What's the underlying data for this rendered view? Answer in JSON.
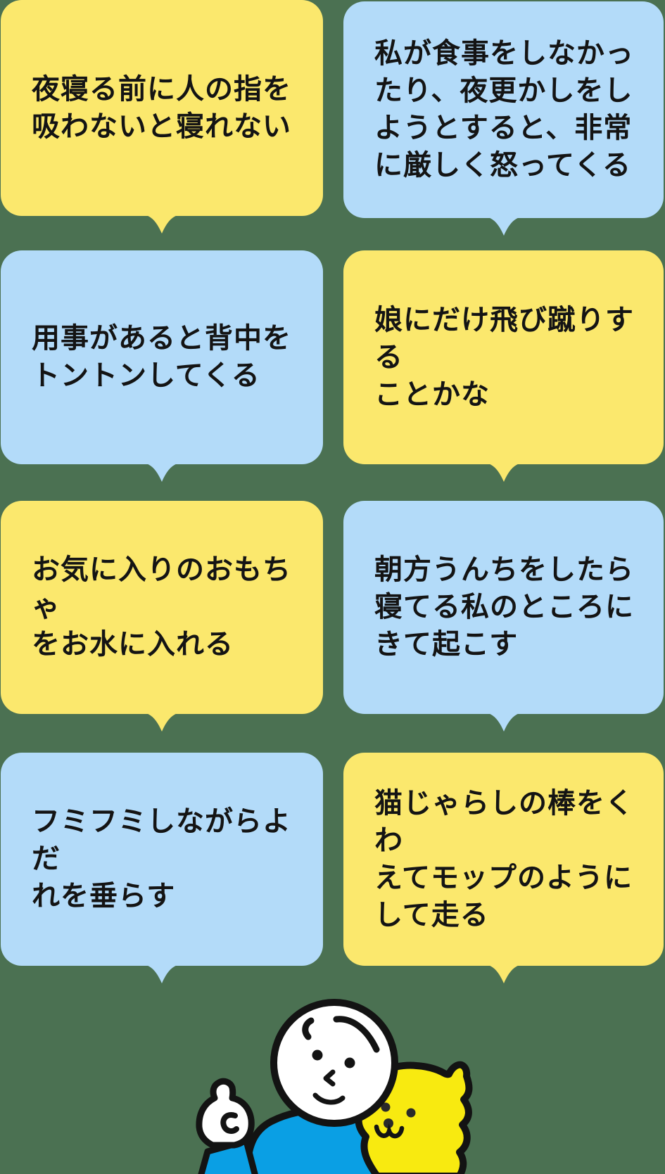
{
  "page": {
    "background_color": "#4b7152",
    "description": "Grid of eight speech bubbles with quotes about a cat's behavior, with an illustration of a person and a cat at the bottom"
  },
  "colors": {
    "bubble_yellow": "#fbe86d",
    "bubble_blue": "#b3dbf9",
    "text": "#141414",
    "background": "#4b7152",
    "cat_yellow": "#f8ea10",
    "shirt_blue": "#0a9fe4",
    "outline_black": "#131313",
    "face_white": "#ffffff"
  },
  "bubbles": [
    {
      "color": "yellow",
      "text": "夜寝る前に人の指を\n吸わないと寝れない"
    },
    {
      "color": "blue",
      "text": "私が食事をしなかっ\nたり、夜更かしをし\nようとすると、非常\nに厳しく怒ってくる"
    },
    {
      "color": "blue",
      "text": "用事があると背中を\nトントンしてくる"
    },
    {
      "color": "yellow",
      "text": "娘にだけ飛び蹴りする\nことかな"
    },
    {
      "color": "yellow",
      "text": "お気に入りのおもちゃ\nをお水に入れる"
    },
    {
      "color": "blue",
      "text": "朝方うんちをしたら\n寝てる私のところに\nきて起こす"
    },
    {
      "color": "blue",
      "text": "フミフミしながらよだ\nれを垂らす"
    },
    {
      "color": "yellow",
      "text": "猫じゃらしの棒をくわ\nえてモップのように\nして走る"
    }
  ],
  "illustration": {
    "description": "Person with blue shirt raising index finger, next to a yellow fluffy cat"
  }
}
